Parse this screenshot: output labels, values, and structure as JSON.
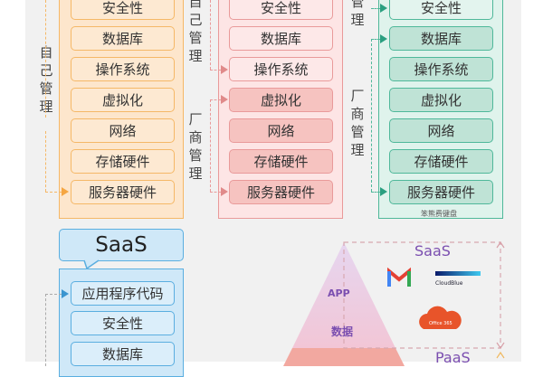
{
  "layers": [
    "安全性",
    "数据库",
    "操作系统",
    "虚拟化",
    "网络",
    "存储硬件",
    "服务器硬件"
  ],
  "column1": {
    "labels": [
      "自己管理"
    ],
    "color": "#f5b867",
    "fill": "#fde6cc"
  },
  "column2": {
    "labels": [
      "自己管理",
      "厂商管理"
    ],
    "color": "#e99a9a",
    "fill": "#fbdada"
  },
  "column3": {
    "labels": [
      "管理",
      "厂商管理"
    ],
    "color": "#4fb89a",
    "fill": "#d5efe7",
    "footer": "笨熊费键盘"
  },
  "saas_panel": {
    "bubble": "SaaS",
    "items": [
      "应用程序代码",
      "安全性",
      "数据库"
    ],
    "color": "#5aaee0"
  },
  "pyramid": {
    "labels": [
      "APP",
      "数据"
    ],
    "tiers": [
      "SaaS",
      "PaaS"
    ],
    "logos": [
      "Gmail",
      "CloudBlue",
      "Office 365"
    ],
    "accent": "#7b4fb0"
  }
}
